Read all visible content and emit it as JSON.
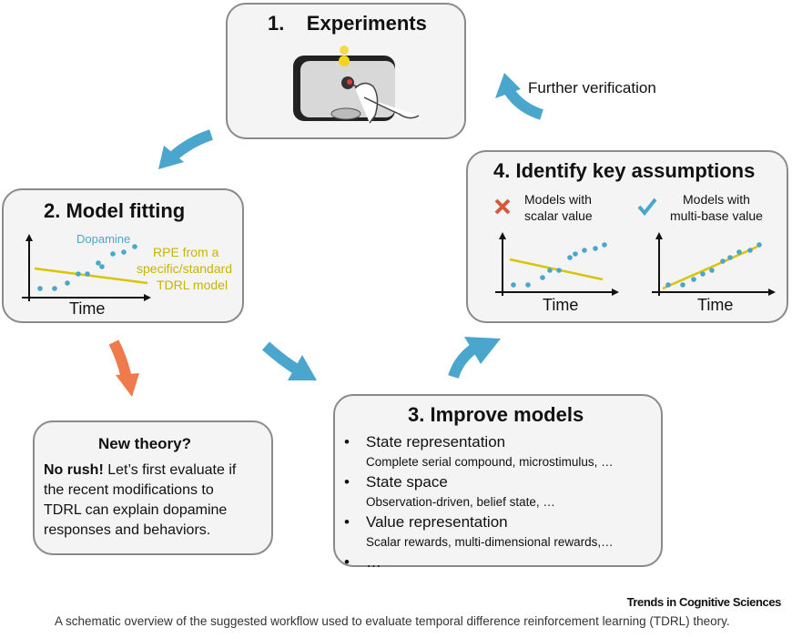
{
  "box1": {
    "title": "1.    Experiments"
  },
  "arrow_label": "Further verification",
  "box2": {
    "title": "2. Model fitting",
    "dopamine_label": "Dopamine",
    "rpe_lines": [
      "RPE from a",
      "specific/standard",
      "TDRL model"
    ],
    "xlabel": "Time"
  },
  "box4": {
    "title": "4. Identify key assumptions",
    "left_label_lines": [
      "Models with",
      "scalar value"
    ],
    "right_label_lines": [
      "Models with",
      "multi-base value"
    ],
    "left_xlabel": "Time",
    "right_xlabel": "Time"
  },
  "box3": {
    "title": "3. Improve models",
    "bullet_symbol": "•",
    "items": [
      {
        "label": "State representation",
        "detail": "Complete serial compound, microstimulus, …"
      },
      {
        "label": "State space",
        "detail": "Observation-driven, belief state, …"
      },
      {
        "label": "Value representation",
        "detail": "Scalar rewards, multi-dimensional rewards,…"
      },
      {
        "label": "…",
        "detail": ""
      }
    ]
  },
  "new_theory": {
    "title": "New theory?",
    "emphasis": "No rush!",
    "body_first": " Let’s first evaluate if",
    "body_lines": [
      "the recent modifications to",
      "TDRL can explain dopamine",
      "responses and behaviors."
    ]
  },
  "colors": {
    "arrow_blue": "#4aa6cc",
    "arrow_orange": "#ef7a4c",
    "dot_blue": "#4aa6cc",
    "line_yellow": "#d9c400",
    "cross_red": "#d35a3b",
    "check_blue": "#4aa6cc"
  },
  "brand": "Trends in Cognitive Sciences",
  "caption": "A schematic overview of the suggested workflow used to evaluate temporal difference reinforcement learning (TDRL) theory."
}
